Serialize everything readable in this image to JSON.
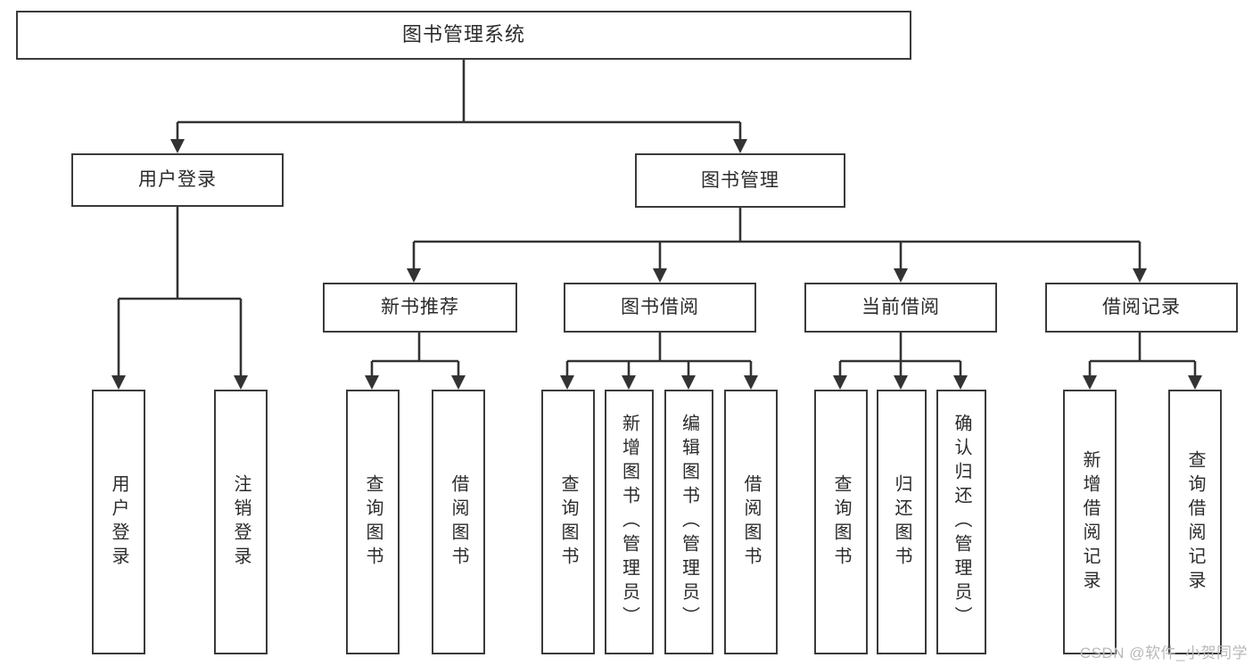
{
  "diagram": {
    "type": "tree-hierarchy-chart",
    "title": "图书管理系统",
    "orientation": "top-down",
    "colors": {
      "border": "#3a3a3a",
      "text": "#2b2b2b",
      "link": "#333333",
      "background": "#ffffff",
      "watermark": "#b9b9b9"
    },
    "root": {
      "label": "图书管理系统"
    },
    "level1": [
      {
        "label": "用户登录"
      },
      {
        "label": "图书管理"
      }
    ],
    "level2": [
      {
        "label": "新书推荐"
      },
      {
        "label": "图书借阅"
      },
      {
        "label": "当前借阅"
      },
      {
        "label": "借阅记录"
      }
    ],
    "leaves": [
      {
        "label": "用户登录",
        "parent": "用户登录"
      },
      {
        "label": "注销登录",
        "parent": "用户登录"
      },
      {
        "label": "查询图书",
        "parent": "新书推荐"
      },
      {
        "label": "借阅图书",
        "parent": "新书推荐"
      },
      {
        "label": "查询图书",
        "parent": "图书借阅"
      },
      {
        "label": "新增图书（管理员）",
        "parent": "图书借阅"
      },
      {
        "label": "编辑图书（管理员）",
        "parent": "图书借阅"
      },
      {
        "label": "借阅图书",
        "parent": "图书借阅"
      },
      {
        "label": "查询图书",
        "parent": "当前借阅"
      },
      {
        "label": "归还图书",
        "parent": "当前借阅"
      },
      {
        "label": "确认归还（管理员）",
        "parent": "当前借阅"
      },
      {
        "label": "新增借阅记录",
        "parent": "借阅记录"
      },
      {
        "label": "查询借阅记录",
        "parent": "借阅记录"
      }
    ]
  },
  "watermark": {
    "text": "CSDN @软件_小贺同学"
  }
}
